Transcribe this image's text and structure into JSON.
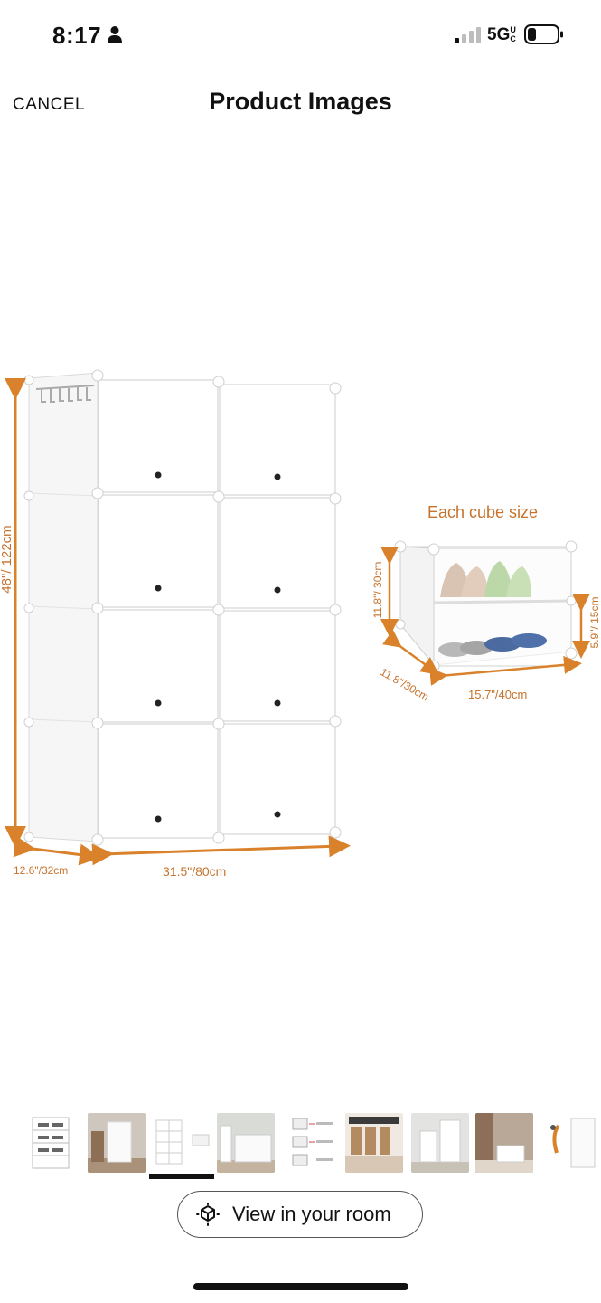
{
  "status_bar": {
    "time": "8:17",
    "network": "5G",
    "network_suffix": "UC",
    "icons": [
      "person-icon",
      "signal-icon",
      "battery-icon"
    ]
  },
  "nav": {
    "cancel_label": "CANCEL",
    "title": "Product Images"
  },
  "image": {
    "main_labels": {
      "height": "48\"/ 122cm",
      "depth": "12.6\"/32cm",
      "width": "31.5\"/80cm"
    },
    "cube": {
      "heading": "Each cube size",
      "height": "11.8\"/ 30cm",
      "depth": "11.8\"/30cm",
      "width": "15.7\"/40cm",
      "shelf_height": "5.9\"/ 15cm"
    },
    "colors": {
      "dimension_orange": "#d9822b",
      "panel_white": "#ffffff",
      "panel_edge": "#d5d5d5"
    }
  },
  "thumbnails": {
    "count": 9,
    "selected_index": 2
  },
  "view_room": {
    "label": "View in your room",
    "icon": "ar-cube-icon"
  }
}
